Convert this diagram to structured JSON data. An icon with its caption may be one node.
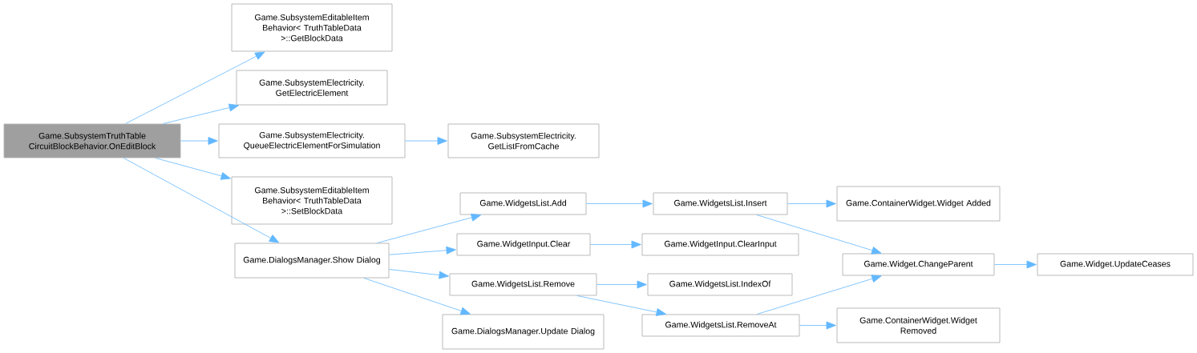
{
  "diagram": {
    "nodes": [
      {
        "text": [
          "Game.SubsystemTruthTable CircuitBlockBehavior.OnEditBlock"
        ]
      },
      {
        "text": [
          "Game.SubsystemEditableItem Behavior< TruthTableData >::GetBlockData"
        ]
      },
      {
        "text": [
          "Game.SubsystemElectricity. GetElectricElement"
        ]
      },
      {
        "text": [
          "Game.SubsystemElectricity. QueueElectricElementForSimulation"
        ]
      },
      {
        "text": [
          "Game.SubsystemEditableItem Behavior< TruthTableData >::SetBlockData"
        ]
      },
      {
        "text": [
          "Game.DialogsManager.Show Dialog"
        ]
      },
      {
        "text": [
          "Game.SubsystemElectricity. GetListFromCache"
        ]
      },
      {
        "text": [
          "Game.WidgetsList.Add"
        ]
      },
      {
        "text": [
          "Game.WidgetInput.Clear"
        ]
      },
      {
        "text": [
          "Game.WidgetsList.Remove"
        ]
      },
      {
        "text": [
          "Game.DialogsManager.Update Dialog"
        ]
      },
      {
        "text": [
          "Game.WidgetsList.Insert"
        ]
      },
      {
        "text": [
          "Game.WidgetInput.ClearInput"
        ]
      },
      {
        "text": [
          "Game.WidgetsList.IndexOf"
        ]
      },
      {
        "text": [
          "Game.WidgetsList.RemoveAt"
        ]
      },
      {
        "text": [
          "Game.ContainerWidget.Widget Added"
        ]
      },
      {
        "text": [
          "Game.Widget.ChangeParent"
        ]
      },
      {
        "text": [
          "Game.ContainerWidget.Widget Removed"
        ]
      },
      {
        "text": [
          "Game.Widget.UpdateCeases"
        ]
      }
    ],
    "edges": [
      {
        "from": 0,
        "to": 1,
        "arrow": "to"
      },
      {
        "from": 0,
        "to": 2,
        "arrow": "to"
      },
      {
        "from": 0,
        "to": 3,
        "arrow": "to"
      },
      {
        "from": 0,
        "to": 4,
        "arrow": "to"
      },
      {
        "from": 0,
        "to": 5,
        "arrow": "to"
      },
      {
        "from": 3,
        "to": 6,
        "arrow": "to"
      },
      {
        "from": 5,
        "to": 7,
        "arrow": "to"
      },
      {
        "from": 5,
        "to": 8,
        "arrow": "to"
      },
      {
        "from": 5,
        "to": 9,
        "arrow": "to"
      },
      {
        "from": 5,
        "to": 10,
        "arrow": "to"
      },
      {
        "from": 7,
        "to": 11,
        "arrow": "to"
      },
      {
        "from": 8,
        "to": 12,
        "arrow": "to"
      },
      {
        "from": 9,
        "to": 13,
        "arrow": "to"
      },
      {
        "from": 9,
        "to": 14,
        "arrow": "to"
      },
      {
        "from": 11,
        "to": 15,
        "arrow": "to"
      },
      {
        "from": 11,
        "to": 16,
        "arrow": "to"
      },
      {
        "from": 14,
        "to": 16,
        "arrow": "to"
      },
      {
        "from": 14,
        "to": 17,
        "arrow": "to"
      },
      {
        "from": 16,
        "to": 18,
        "arrow": "to"
      }
    ]
  }
}
